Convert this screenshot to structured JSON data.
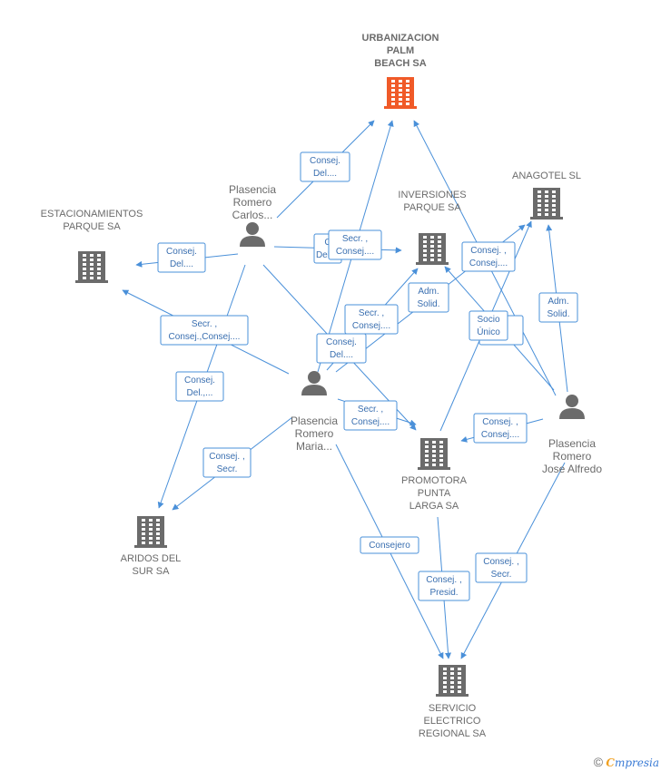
{
  "colors": {
    "edge": "#4a90d9",
    "building": "#6b6b6b",
    "main_building": "#f05a28",
    "person": "#6b6b6b"
  },
  "companies": [
    {
      "id": "urbanizacion",
      "lines": [
        "URBANIZACION",
        "PALM",
        "BEACH SA"
      ],
      "main": true
    },
    {
      "id": "anagotel",
      "lines": [
        "ANAGOTEL SL"
      ]
    },
    {
      "id": "inversiones",
      "lines": [
        "INVERSIONES",
        "PARQUE SA"
      ]
    },
    {
      "id": "estacionamientos",
      "lines": [
        "ESTACIONAMIENTOS",
        "PARQUE SA"
      ]
    },
    {
      "id": "promotora",
      "lines": [
        "PROMOTORA",
        "PUNTA",
        "LARGA SA"
      ]
    },
    {
      "id": "aridos",
      "lines": [
        "ARIDOS DEL",
        "SUR SA"
      ]
    },
    {
      "id": "servicio",
      "lines": [
        "SERVICIO",
        "ELECTRICO",
        "REGIONAL SA"
      ]
    }
  ],
  "persons": [
    {
      "id": "carlos",
      "lines": [
        "Plasencia",
        "Romero",
        "Carlos..."
      ]
    },
    {
      "id": "maria",
      "lines": [
        "Plasencia",
        "Romero",
        "Maria..."
      ]
    },
    {
      "id": "jose",
      "lines": [
        "Plasencia",
        "Romero",
        "Jose Alfredo"
      ]
    }
  ],
  "tags": [
    {
      "id": "t1",
      "lines": [
        "Consej.",
        "Del...."
      ]
    },
    {
      "id": "t2",
      "lines": [
        "Consej.",
        "Del...."
      ]
    },
    {
      "id": "t3",
      "lines": [
        "C",
        "Del...."
      ]
    },
    {
      "id": "t4",
      "lines": [
        "Secr. ,",
        "Consej...."
      ]
    },
    {
      "id": "t5",
      "lines": [
        "Consej. ,",
        "Consej...."
      ]
    },
    {
      "id": "t6",
      "lines": [
        "Adm.",
        "Solid."
      ]
    },
    {
      "id": "t7",
      "lines": [
        "Secr. ,",
        "Consej...."
      ]
    },
    {
      "id": "t8",
      "lines": [
        "Secr. ,",
        "Consej.,Consej...."
      ]
    },
    {
      "id": "t9",
      "lines": [
        "Consej.",
        "Del...."
      ]
    },
    {
      "id": "t10",
      "lines": [
        "Consej.",
        "Del.,..."
      ]
    },
    {
      "id": "t11",
      "lines": [
        "j.",
        "..."
      ]
    },
    {
      "id": "t12",
      "lines": [
        "Socio",
        "Único"
      ]
    },
    {
      "id": "t13",
      "lines": [
        "Adm.",
        "Solid."
      ]
    },
    {
      "id": "t14",
      "lines": [
        "Secr. ,",
        "Consej...."
      ]
    },
    {
      "id": "t15",
      "lines": [
        "Consej. ,",
        "Consej...."
      ]
    },
    {
      "id": "t16",
      "lines": [
        "Consej. ,",
        "Secr."
      ]
    },
    {
      "id": "t17",
      "lines": [
        "Consejero"
      ]
    },
    {
      "id": "t18",
      "lines": [
        "Consej. ,",
        "Presid."
      ]
    },
    {
      "id": "t19",
      "lines": [
        "Consej. ,",
        "Secr."
      ]
    }
  ],
  "footer": {
    "copyright": "©",
    "brand_first": "C",
    "brand_rest": "mpresia"
  }
}
